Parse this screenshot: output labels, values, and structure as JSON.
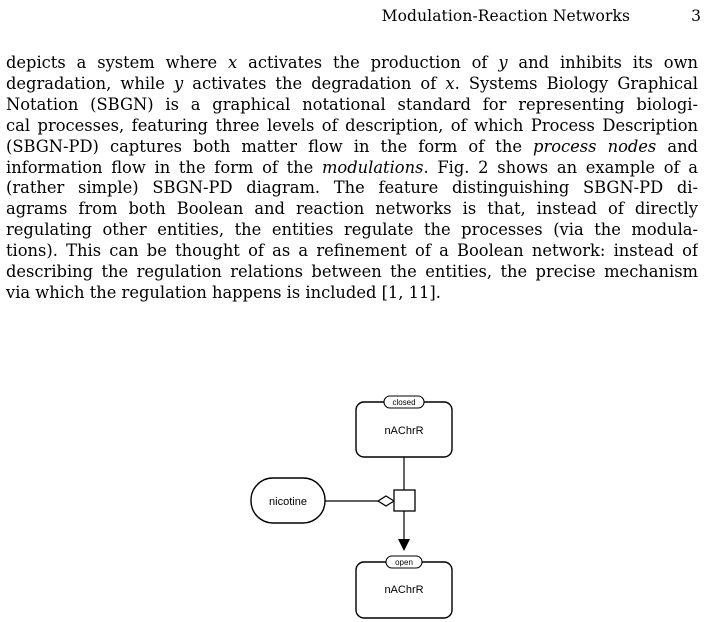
{
  "header": {
    "running_title": "Modulation-Reaction Networks",
    "page_number": "3"
  },
  "body": {
    "lines": [
      [
        "depicts a system where ",
        {
          "i": "x"
        },
        " activates the production of ",
        {
          "i": "y"
        },
        " and inhibits its own"
      ],
      [
        "degradation, while ",
        {
          "i": "y"
        },
        " activates the degradation of ",
        {
          "i": "x"
        },
        ". Systems Biology Graphical"
      ],
      [
        "Notation (SBGN) is a graphical notational standard for representing biologi-"
      ],
      [
        "cal processes, featuring three levels of description, of which Process Description"
      ],
      [
        "(SBGN-PD) captures both matter flow in the form of the ",
        {
          "i": "process nodes"
        },
        " and"
      ],
      [
        "information flow in the form of the ",
        {
          "i": "modulations"
        },
        ". Fig. 2 shows an example of a"
      ],
      [
        "(rather simple) SBGN-PD diagram. The feature distinguishing SBGN-PD di-"
      ],
      [
        "agrams from both Boolean and reaction networks is that, instead of directly"
      ],
      [
        "regulating other entities, the entities regulate the processes (via the modula-"
      ],
      [
        "tions). This can be thought of as a refinement of a Boolean network: instead of"
      ],
      [
        "describing the regulation relations between the entities, the precise mechanism"
      ],
      [
        "via which the regulation happens is included [1, 11]."
      ]
    ]
  },
  "figure": {
    "top_node": {
      "label": "nAChrR",
      "state": "closed"
    },
    "bottom_node": {
      "label": "nAChrR",
      "state": "open"
    },
    "modulator": {
      "label": "nicotine"
    },
    "colors": {
      "stroke": "#000000",
      "fill": "#ffffff"
    }
  }
}
